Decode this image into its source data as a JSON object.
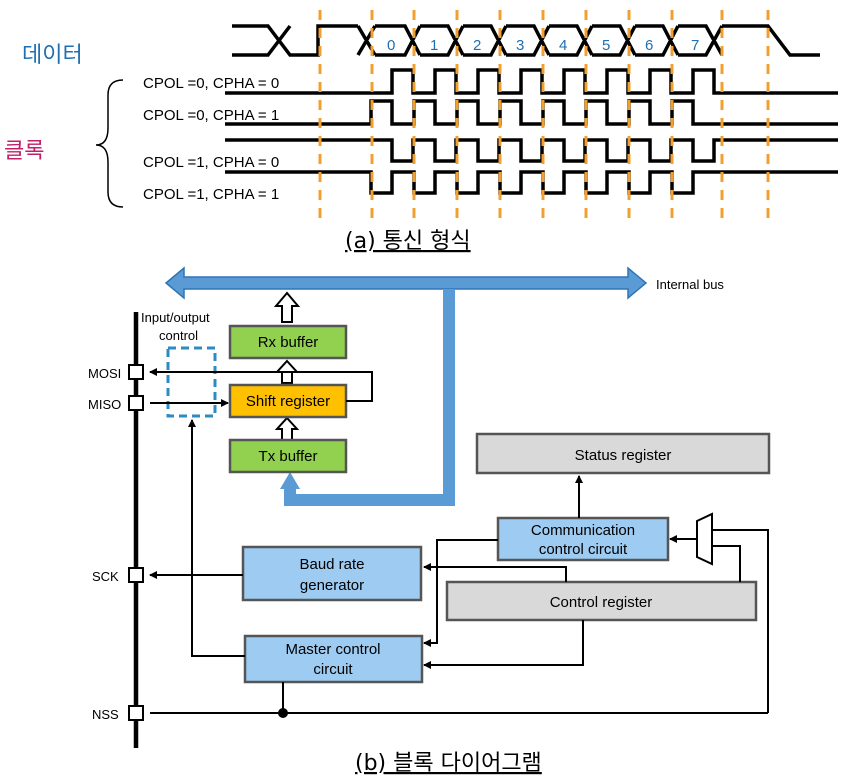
{
  "timing": {
    "data_label": "데이터",
    "clock_label": "클록",
    "modes": [
      "CPOL =0, CPHA = 0",
      "CPOL =0, CPHA = 1",
      "CPOL =1, CPHA = 0",
      "CPOL =1, CPHA = 1"
    ],
    "bits": [
      "0",
      "1",
      "2",
      "3",
      "4",
      "5",
      "6",
      "7"
    ],
    "caption": "(a) 통신 형식"
  },
  "block": {
    "internal_bus": "Internal bus",
    "io_control": [
      "Input/output",
      "control"
    ],
    "rx_buffer": "Rx buffer",
    "shift_register": "Shift register",
    "tx_buffer": "Tx buffer",
    "status_register": "Status register",
    "comm_control": [
      "Communication",
      "control circuit"
    ],
    "baud_rate": [
      "Baud rate",
      "generator"
    ],
    "control_register": "Control register",
    "master_control": [
      "Master control",
      "circuit"
    ],
    "pins": {
      "mosi": "MOSI",
      "miso": "MISO",
      "sck": "SCK",
      "nss": "NSS"
    },
    "caption": "(b) 블록 다이어그램"
  },
  "colors": {
    "accent_blue": "#1f6fb2",
    "accent_magenta": "#c0206a",
    "guide_orange": "#f0a030",
    "buffer_green": "#92d050",
    "shift_yellow": "#ffc000",
    "block_blue": "#9dcbf2",
    "register_gray": "#d9d9d9",
    "bus_blue": "#5b9bd5"
  }
}
